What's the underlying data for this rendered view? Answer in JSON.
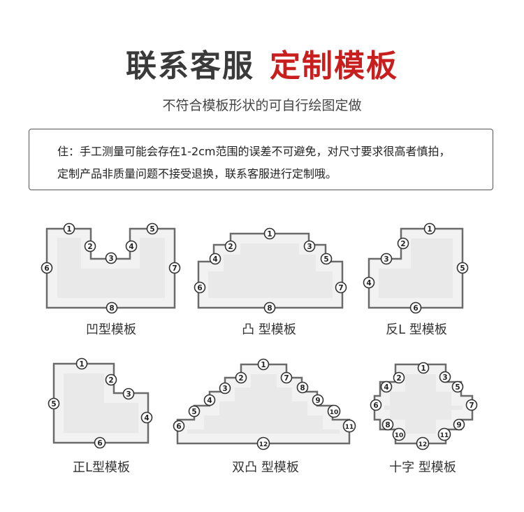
{
  "header": {
    "title_dark": "联系客服",
    "title_red": "定制模板",
    "subtitle": "不符合模板形状的可自行绘图定做"
  },
  "notice": {
    "line1": "住：手工测量可能会存在1-2cm范围的误差不可避免，对尺寸要求很高者慎拍，",
    "line2": "定制产品非质量问题不接受退换，联系客服进行定制哦。"
  },
  "templates": [
    {
      "caption": "凹型模板",
      "markers": [
        "1",
        "2",
        "3",
        "4",
        "5",
        "6",
        "7",
        "8"
      ]
    },
    {
      "caption": "凸 型模板",
      "markers": [
        "1",
        "2",
        "3",
        "4",
        "5",
        "6",
        "7",
        "8"
      ]
    },
    {
      "caption": "反L 型模板",
      "markers": [
        "1",
        "2",
        "3",
        "4",
        "5",
        "6"
      ]
    },
    {
      "caption": "正L型模板",
      "markers": [
        "1",
        "2",
        "3",
        "4",
        "5",
        "6"
      ]
    },
    {
      "caption": "双凸 型模板",
      "markers": [
        "1",
        "2",
        "3",
        "4",
        "5",
        "6",
        "7",
        "8",
        "9",
        "10",
        "11",
        "12"
      ]
    },
    {
      "caption": "十字 型模板",
      "markers": [
        "1",
        "2",
        "3",
        "4",
        "5",
        "6",
        "7",
        "8",
        "9",
        "10",
        "11",
        "12"
      ]
    }
  ],
  "colors": {
    "title_red": "#c81e1e",
    "shape_stroke": "#6b6b6b",
    "shape_fill": "#e9e9e9"
  }
}
